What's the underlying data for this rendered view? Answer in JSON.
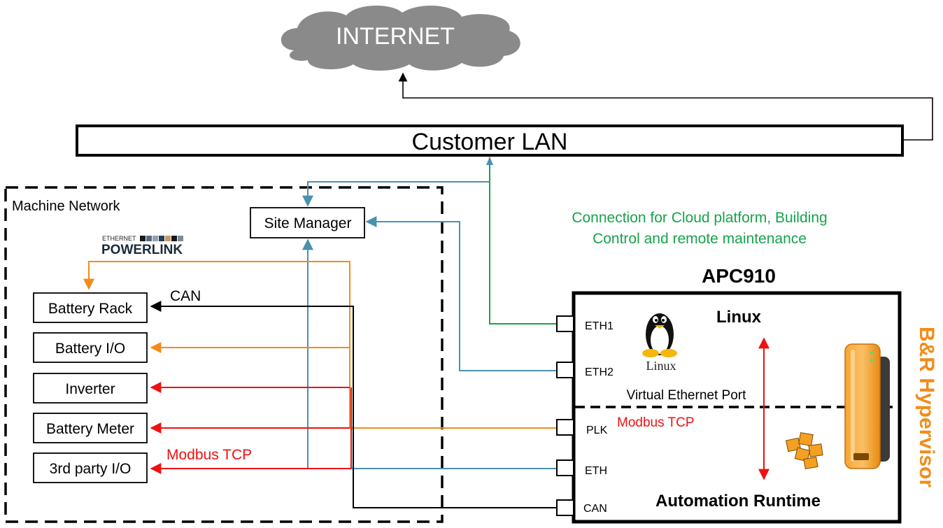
{
  "cloud": {
    "label": "INTERNET"
  },
  "lan": {
    "label": "Customer LAN"
  },
  "machine_network": {
    "label": "Machine Network",
    "powerlink_logo": {
      "top": "ETHERNET",
      "main": "POWERLINK"
    },
    "site_manager": "Site Manager",
    "devices": [
      "Battery Rack",
      "Battery I/O",
      "Inverter",
      "Battery Meter",
      "3rd party I/O"
    ]
  },
  "link_labels": {
    "can": "CAN",
    "modbus_left": "Modbus TCP",
    "modbus_right": "Modbus TCP"
  },
  "cloud_note": {
    "line1": "Connection for Cloud platform, Building",
    "line2": "Control and remote maintenance"
  },
  "apc": {
    "title": "APC910",
    "linux": "Linux",
    "linux_logo_text": "Linux",
    "virtual_port": "Virtual Ethernet Port",
    "runtime": "Automation Runtime",
    "ports": [
      "ETH1",
      "ETH2",
      "PLK",
      "ETH",
      "CAN"
    ],
    "side_label": "B&R Hypervisor"
  },
  "colors": {
    "cloud": "#8a8a8a",
    "green": "#16a34a",
    "blue": "#4a90b0",
    "orange": "#f28c1a",
    "red": "#ee1111",
    "black": "#000000",
    "br_orange": "#f28c1a"
  }
}
